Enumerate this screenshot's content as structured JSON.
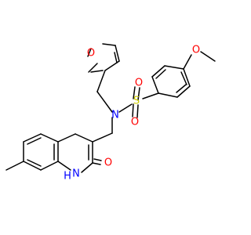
{
  "atoms": {
    "furan_o": {
      "label": "O",
      "color": "#ff0000"
    },
    "sulfonyl_s": {
      "label": "S",
      "color": "#cccc00"
    },
    "sulfonyl_o_top": {
      "label": "O",
      "color": "#ff0000"
    },
    "sulfonyl_o_bottom": {
      "label": "O",
      "color": "#ff0000"
    },
    "sulfonamide_n": {
      "label": "N",
      "color": "#0000ff"
    },
    "methoxy_o": {
      "label": "O",
      "color": "#ff0000"
    },
    "carbonyl_o": {
      "label": "O",
      "color": "#ff0000"
    },
    "lactam_nh": {
      "label": "N",
      "color": "#0000ff"
    },
    "lactam_h": {
      "label": "H",
      "color": "#0000ff"
    }
  },
  "colors": {
    "bond": "#000000",
    "background": "#ffffff"
  }
}
